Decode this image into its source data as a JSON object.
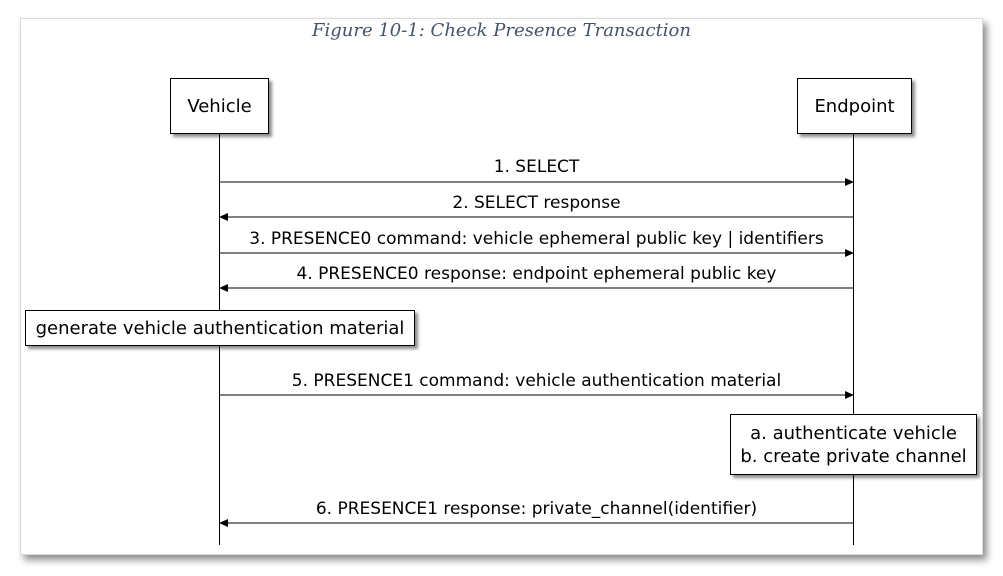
{
  "figure": {
    "caption": "Figure 10-1: Check Presence Transaction"
  },
  "actors": {
    "vehicle": "Vehicle",
    "endpoint": "Endpoint"
  },
  "messages": [
    {
      "label": "1. SELECT",
      "direction": "vehicle-to-endpoint"
    },
    {
      "label": "2. SELECT response",
      "direction": "endpoint-to-vehicle"
    },
    {
      "label": "3. PRESENCE0 command: vehicle ephemeral public key | identifiers",
      "direction": "vehicle-to-endpoint"
    },
    {
      "label": "4. PRESENCE0 response: endpoint ephemeral public key",
      "direction": "endpoint-to-vehicle"
    },
    {
      "label": "5. PRESENCE1 command: vehicle authentication material",
      "direction": "vehicle-to-endpoint"
    },
    {
      "label": "6. PRESENCE1 response: private_channel(identifier)",
      "direction": "endpoint-to-vehicle"
    }
  ],
  "notes": {
    "vehicle": "generate vehicle authentication material",
    "endpoint_line1": "a. authenticate vehicle",
    "endpoint_line2": "b. create private channel"
  },
  "colors": {
    "caption": "#44546a",
    "lines": "#000000"
  }
}
